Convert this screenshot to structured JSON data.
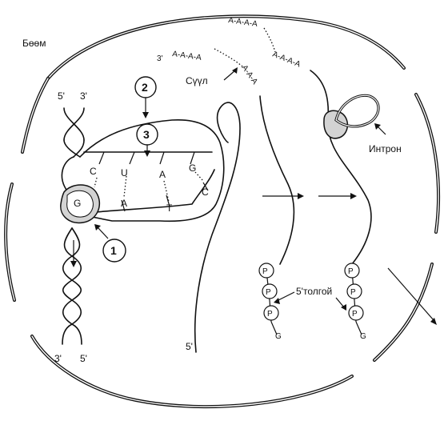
{
  "labels": {
    "nucleus": "Бөөм",
    "tail": "Сүүл",
    "intron": "Интрон",
    "cap": "5'толгой"
  },
  "ends": {
    "dna_top_left": "5'",
    "dna_top_right": "3'",
    "dna_bottom_left": "3'",
    "dna_bottom_right": "5'",
    "mrna_5prime": "5'",
    "polyA_3prime": "3'"
  },
  "markers": {
    "one": "1",
    "two": "2",
    "three": "3"
  },
  "template_bases": [
    "C",
    "U",
    "A",
    "G"
  ],
  "paired_bases": [
    "A",
    "T",
    "C"
  ],
  "polymerase_base": "G",
  "polyA": {
    "tail1_upper": "A-A-A-A",
    "tail1_lower": "A-A-A",
    "tail2_upper": "A-A-A-A",
    "tail2_lower": "A-A-A-A"
  },
  "cap_groups": [
    "P",
    "P",
    "P",
    "G"
  ]
}
